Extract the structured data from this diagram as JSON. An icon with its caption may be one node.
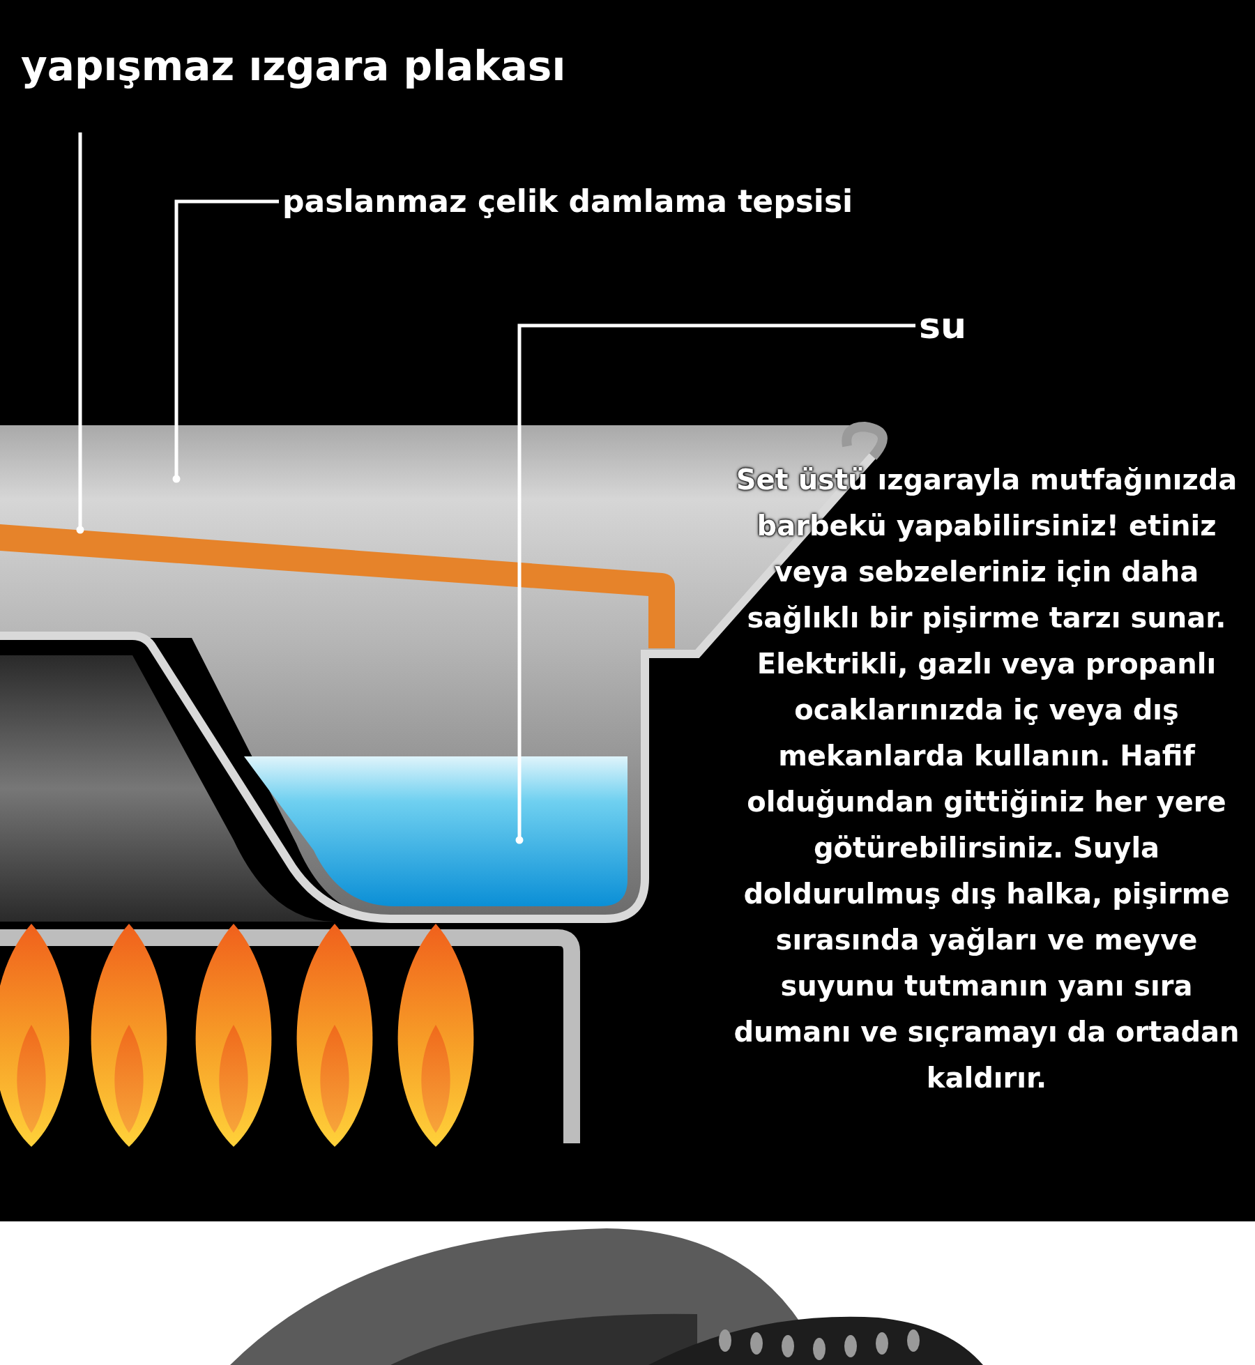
{
  "diagram": {
    "nodes": [
      {
        "text": [
          "yapışmaz ızgara plakası"
        ]
      },
      {
        "text": [
          "paslanmaz çelik damlama tepsisi"
        ]
      },
      {
        "text": [
          "su"
        ]
      },
      {
        "text": [],
        "shape": "bar",
        "in": 4
      },
      {
        "text": [],
        "shape": "picture"
      },
      {
        "text": [],
        "shape": "box",
        "in": 4
      }
    ],
    "edges": [
      {
        "from": 0,
        "to": 3,
        "arrow": "other"
      },
      {
        "from": 1,
        "to": 4,
        "arrow": "other"
      },
      {
        "from": 2,
        "to": 5,
        "arrow": "other"
      }
    ],
    "labels": [
      "Set üstü ızgarayla mutfağınızda barbekü yapabilirsiniz! etiniz veya sebzeleriniz için daha sağlıklı bir pişirme tarzı sunar. Elektrikli, gazlı veya propanlı  ocaklarınızda iç veya dış mekanlarda kullanın. Hafif olduğundan gittiğiniz her yere götürebilirsiniz. Suyla doldurulmuş dış halka, pişirme sırasında yağları ve meyve suyunu tutmanın yanı sıra dumanı ve sıçramayı da ortadan kaldırır."
    ]
  }
}
